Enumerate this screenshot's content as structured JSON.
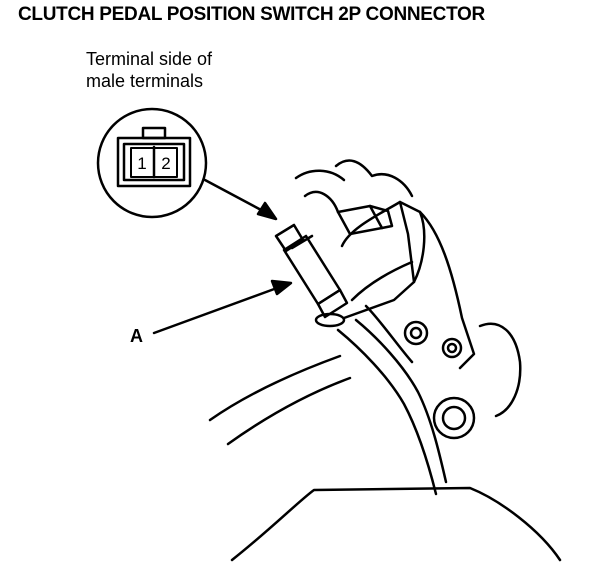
{
  "title": "CLUTCH PEDAL POSITION SWITCH 2P CONNECTOR",
  "connector_view": {
    "caption_line1": "Terminal side of",
    "caption_line2": "male terminals",
    "terminals": [
      "1",
      "2"
    ]
  },
  "callout_label": "A"
}
